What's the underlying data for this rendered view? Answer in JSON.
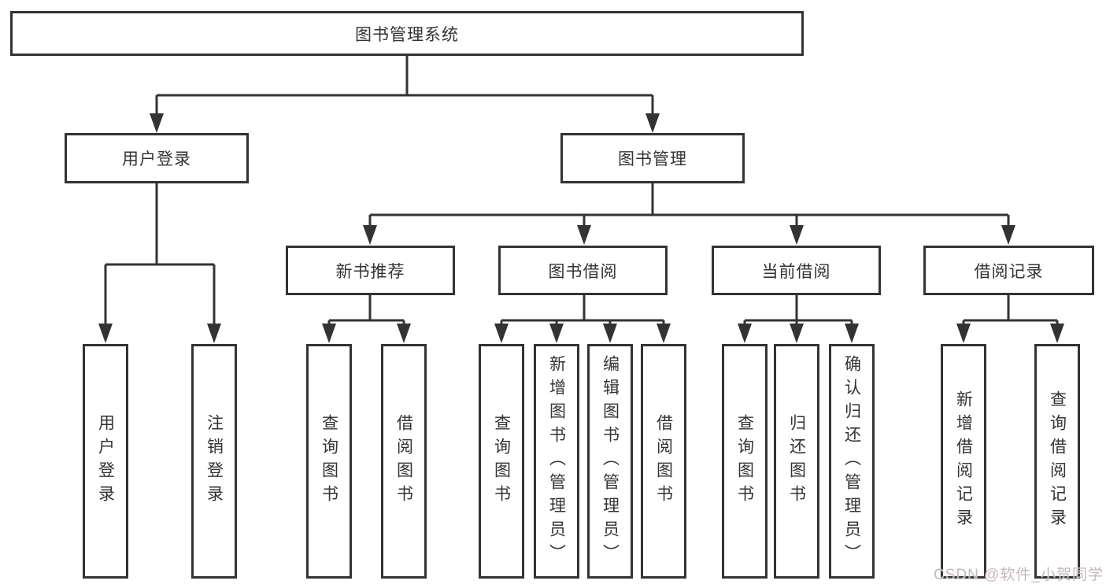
{
  "tree": {
    "root": {
      "label": "图书管理系统"
    },
    "level2": [
      {
        "label": "用户登录",
        "children": [
          "用户登录",
          "注销登录"
        ]
      },
      {
        "label": "图书管理"
      }
    ],
    "level3": [
      {
        "label": "新书推荐",
        "children": [
          "查询图书",
          "借阅图书"
        ]
      },
      {
        "label": "图书借阅",
        "children": [
          "查询图书",
          "新增图书（管理员）",
          "编辑图书（管理员）",
          "借阅图书"
        ]
      },
      {
        "label": "当前借阅",
        "children": [
          "查询图书",
          "归还图书",
          "确认归还（管理员）"
        ]
      },
      {
        "label": "借阅记录",
        "children": [
          "新增借阅记录",
          "查询借阅记录"
        ]
      }
    ]
  },
  "watermark": {
    "text": "CSDN @软件_小贺同学"
  },
  "colors": {
    "line": "#333333",
    "box_border": "#333333",
    "text": "#333333",
    "background": "#ffffff",
    "watermark": "#c9b7b7"
  }
}
